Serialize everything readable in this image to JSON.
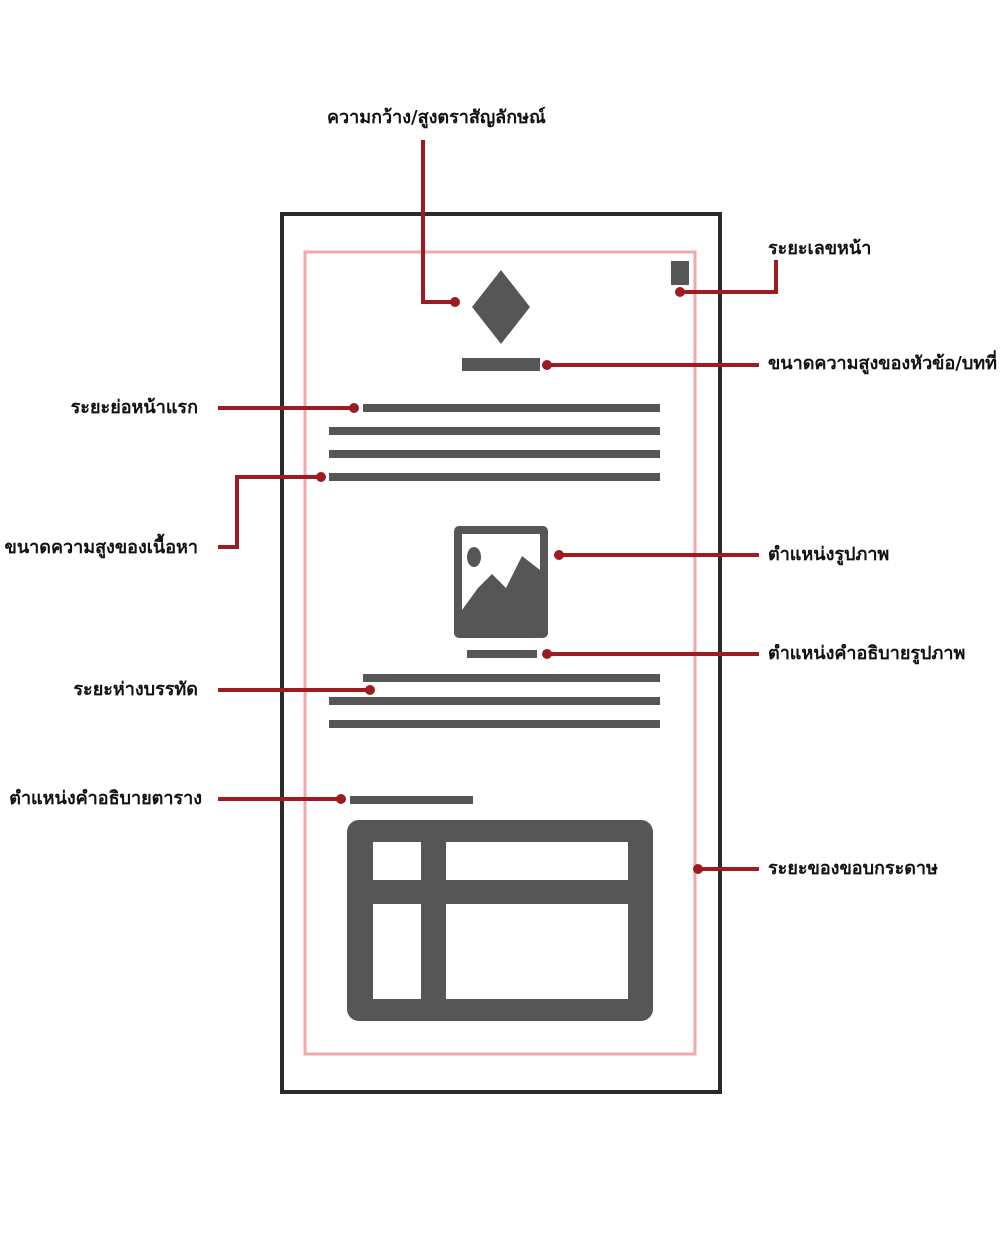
{
  "colors": {
    "page_border": "#2b2b2b",
    "margin_guide": "#f2a7ab",
    "element_fill": "#565656",
    "callout": "#9e1b22",
    "label_text": "#111111"
  },
  "labels": {
    "logo_size": "ความกว้าง/สูงตราสัญลักษณ์",
    "page_number": "ระยะเลขหน้า",
    "title_height": "ขนาดความสูงของหัวข้อ/บทที่",
    "first_line_indent": "ระยะย่อหน้าแรก",
    "content_height": "ขนาดความสูงของเนื้อหา",
    "figure_position": "ตำแหน่งรูปภาพ",
    "figure_caption_position": "ตำแหน่งคำอธิบายรูปภาพ",
    "line_spacing": "ระยะห่างบรรทัด",
    "table_caption_position": "ตำแหน่งคำอธิบายตาราง",
    "paper_margin": "ระยะของขอบกระดาษ"
  },
  "icons": {
    "logo": "diamond-logo-icon",
    "figure": "image-placeholder-icon",
    "table": "table-placeholder-icon"
  }
}
